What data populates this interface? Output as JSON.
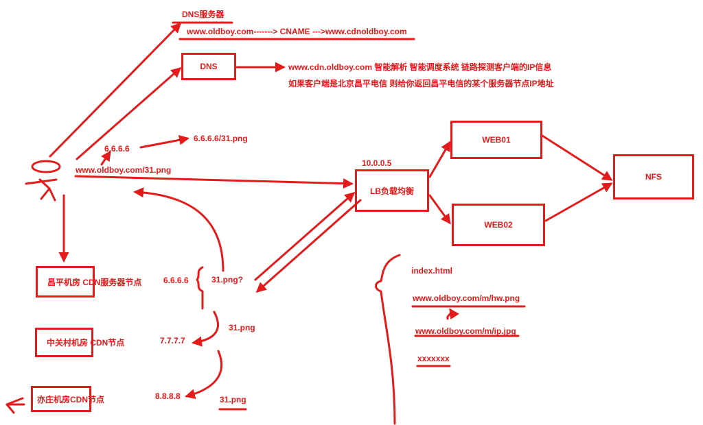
{
  "colors": {
    "ink": "#e41b1b",
    "background": "#ffffff"
  },
  "labels": {
    "dns_server_title": "DNS服务器",
    "cname_chain": "www.oldboy.com-------> CNAME --->www.cdnoldboy.com",
    "dns_smart_1": "www.cdn.oldboy.com 智能解析 智能调度系统   链路探测客户端的IP信息",
    "dns_smart_2": "如果客户端是北京昌平电信  则给你返回昌平电信的某个服务器节点IP地址",
    "ip_6666": "6.6.6.6",
    "ip_6666_png": "6.6.6.6/31.png",
    "client_url": "www.oldboy.com/31.png",
    "lb_ip": "10.0.0.5",
    "cdn_ip_1": "6.6.6.6",
    "cdn_ip_2": "7.7.7.7",
    "cdn_ip_3": "8.8.8.8",
    "png_q": "31.png?",
    "png_2": "31.png",
    "png_3": "31.png",
    "index_html": "index.html",
    "hw_png": "www.oldboy.com/m/hw.png",
    "ip_jpg": "www.oldboy.com/m/ip.jpg",
    "xxx": "xxxxxxx"
  },
  "boxes": {
    "dns": "DNS",
    "lb": "LB负载均衡",
    "web01": "WEB01",
    "web02": "WEB02",
    "nfs": "NFS",
    "changping": "昌平机房 CDN服务器节点",
    "zhongguancun": "中关村机房 CDN节点",
    "yizhuang": "亦庄机房CDN节点"
  }
}
